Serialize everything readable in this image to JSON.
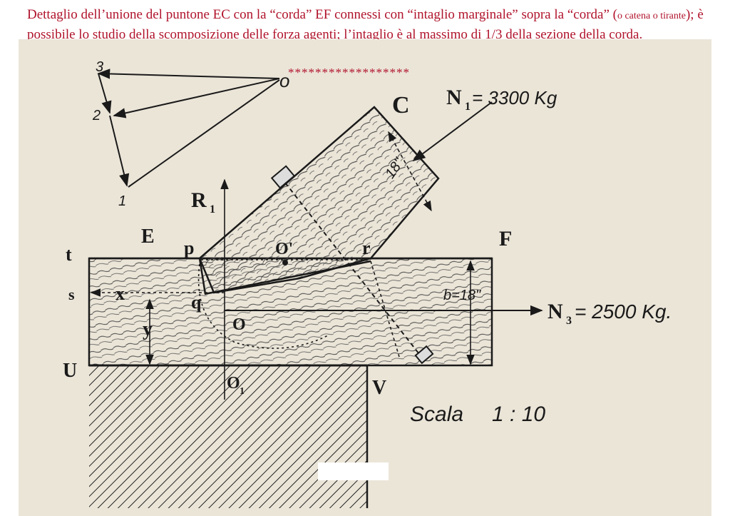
{
  "caption": {
    "text_before": "Dettaglio dell’unione del puntone EC con la “corda” EF connessi con “intaglio marginale” sopra la “corda” (",
    "text_small": "o catena o tirante",
    "text_after": "); è possibile lo studio della scomposizione delle forza agenti; l’intaglio è al massimo di 1/3 della sezione della corda.",
    "stars": "******************",
    "color": "#b0132b"
  },
  "diagram": {
    "force_triangle": {
      "labels": {
        "o": "o",
        "p1": "1",
        "p2": "2",
        "p3": "3"
      }
    },
    "labels": {
      "C": "C",
      "E": "E",
      "F": "F",
      "R1": "R",
      "R1_sub": "1",
      "t": "t",
      "s": "s",
      "U": "U",
      "V": "V",
      "p": "p",
      "q": "q",
      "r": "r",
      "O": "O",
      "O_prime": "O'",
      "O1": "O",
      "O1_sub": "1",
      "x": "x",
      "y": "y"
    },
    "force_N1": {
      "label": "N",
      "sub": "1",
      "value": "= 3300 Kg"
    },
    "force_N3": {
      "label": "N",
      "sub": "3",
      "value": "= 2500 Kg."
    },
    "dim_b": "b=18\"",
    "dim_strut": "18\"",
    "scale": {
      "word": "Scala",
      "ratio": "1 : 10"
    }
  }
}
